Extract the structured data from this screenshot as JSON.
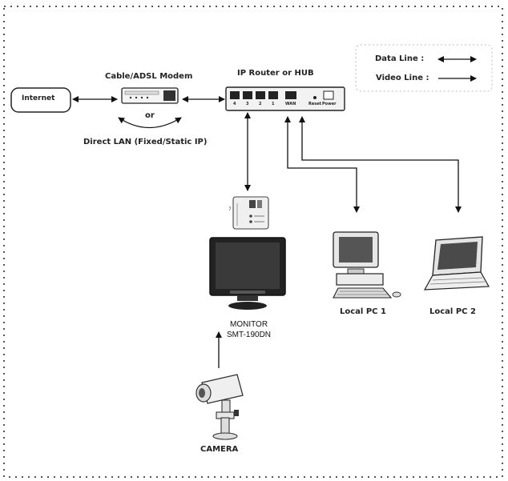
{
  "legend": {
    "data_line": "Data Line :",
    "video_line": "Video Line :"
  },
  "internet": "Internet",
  "modem": "Cable/ADSL Modem",
  "or": "or",
  "direct_lan": "Direct LAN (Fixed/Static IP)",
  "router": {
    "title": "IP Router or HUB",
    "ports": [
      "4",
      "3",
      "2",
      "1",
      "WAN"
    ],
    "reset": "Reset",
    "power": "Power"
  },
  "monitor": {
    "name": "MONITOR",
    "model": "SMT-190DN"
  },
  "pc1": "Local PC 1",
  "pc2": "Local PC 2",
  "camera": "CAMERA"
}
